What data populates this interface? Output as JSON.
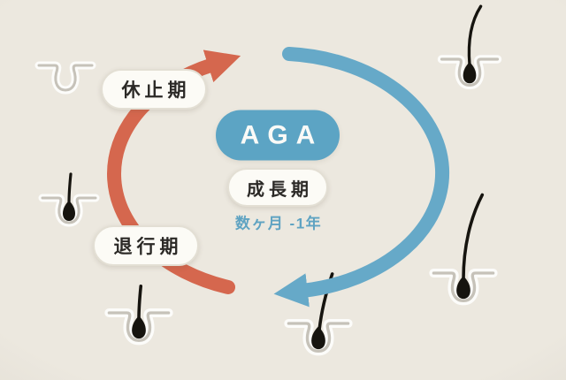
{
  "colors": {
    "background": "#ECE8DF",
    "arrow_red": "#D5674E",
    "arrow_blue": "#66A9C8",
    "badge_blue": "#5CA4C4",
    "pill_bg": "#FCFBF6",
    "pill_border": "#E3DFD4",
    "text_dark": "#2B2926",
    "duration_text": "#5FA3C2",
    "follicle_outline": "#C6C2B9",
    "hair_color": "#16140F"
  },
  "cycle": {
    "center_badge": "AGA",
    "phases": {
      "growth": {
        "label": "成長期",
        "duration": "数ヶ月 -1年"
      },
      "regression": {
        "label": "退行期"
      },
      "resting": {
        "label": "休止期"
      }
    }
  },
  "icons": {
    "arrows": [
      {
        "name": "regression-arc-arrow-icon",
        "color_key": "arrow_red",
        "direction": "left-side-upward"
      },
      {
        "name": "growth-arc-arrow-icon",
        "color_key": "arrow_blue",
        "direction": "right-side-downward"
      }
    ],
    "follicles": [
      {
        "name": "empty-follicle-icon",
        "stage": "empty"
      },
      {
        "name": "club-hair-follicle-icon",
        "stage": "short"
      },
      {
        "name": "short-hair-follicle-icon",
        "stage": "short"
      },
      {
        "name": "medium-hair-follicle-icon",
        "stage": "medium"
      },
      {
        "name": "long-hair-follicle-icon",
        "stage": "tall"
      },
      {
        "name": "longest-hair-follicle-icon",
        "stage": "long"
      }
    ]
  }
}
